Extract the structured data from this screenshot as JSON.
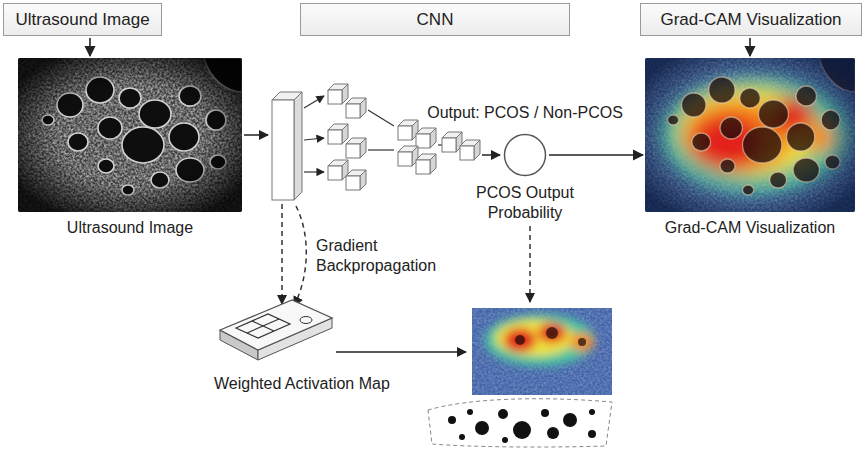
{
  "diagram": {
    "nodes": [
      {
        "text": [
          "Ultrasound Image"
        ]
      },
      {
        "text": [
          "CNN"
        ]
      },
      {
        "text": [
          "Grad-CAM Visualization"
        ]
      },
      {
        "text": [
          "Ultrasound Image"
        ]
      },
      {
        "text": [
          "Output: PCOS / Non-PCOS",
          "PCOS Output Probability"
        ]
      },
      {
        "text": [
          "Grad-CAM Visualization"
        ]
      },
      {
        "text": [
          "Weighted Activation Map"
        ]
      }
    ],
    "edges": [
      {
        "from": 0,
        "to": 3,
        "arrow": "to"
      },
      {
        "from": 2,
        "to": 5,
        "arrow": "to"
      },
      {
        "from": 4,
        "to": 5,
        "arrow": "to"
      }
    ],
    "labels": [
      "Gradient Backpropagation"
    ]
  }
}
